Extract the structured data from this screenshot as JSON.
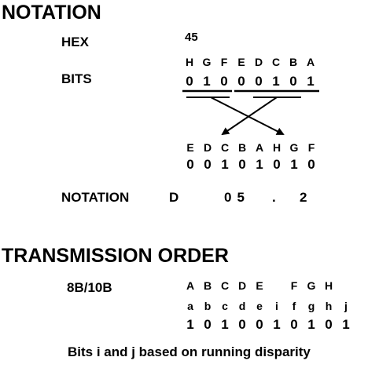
{
  "notation": {
    "heading": "NOTATION",
    "hex_label": "HEX",
    "hex_value": "45",
    "bits_label": "BITS",
    "bit_letters_top": [
      "H",
      "G",
      "F",
      "E",
      "D",
      "C",
      "B",
      "A"
    ],
    "bit_values_top": [
      "0",
      "1",
      "0",
      "0",
      "0",
      "1",
      "0",
      "1"
    ],
    "bit_letters_bottom": [
      "E",
      "D",
      "C",
      "B",
      "A",
      "H",
      "G",
      "F"
    ],
    "bit_values_bottom": [
      "0",
      "0",
      "1",
      "0",
      "1",
      "0",
      "1",
      "0"
    ],
    "notation_label": "NOTATION",
    "notation_parts": [
      "D",
      "05",
      ".",
      "2"
    ]
  },
  "transmission": {
    "heading": "TRANSMISSION ORDER",
    "code_label": "8B/10B",
    "upper_letters": [
      "A",
      "B",
      "C",
      "D",
      "E",
      "",
      "F",
      "G",
      "H",
      ""
    ],
    "lower_letters": [
      "a",
      "b",
      "c",
      "d",
      "e",
      "i",
      "f",
      "g",
      "h",
      "j"
    ],
    "bit_values": [
      "1",
      "0",
      "1",
      "0",
      "0",
      "1",
      "0",
      "1",
      "0",
      "1"
    ],
    "footnote": "Bits i and j based on running disparity"
  }
}
